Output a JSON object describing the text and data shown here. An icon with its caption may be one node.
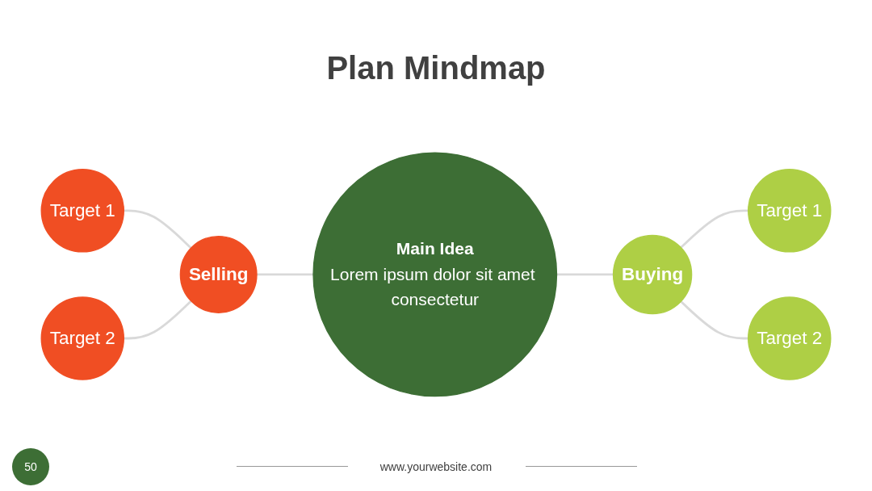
{
  "diagram": {
    "title": "Plan Mindmap",
    "nodes": [
      {
        "text": [
          "Main Idea",
          "Lorem ipsum dolor sit amet consectetur"
        ]
      },
      {
        "text": [
          "Selling"
        ]
      },
      {
        "text": [
          "Target 1"
        ]
      },
      {
        "text": [
          "Target 2"
        ]
      },
      {
        "text": [
          "Buying"
        ]
      },
      {
        "text": [
          "Target 1"
        ]
      },
      {
        "text": [
          "Target 2"
        ]
      }
    ],
    "edges": [
      {
        "from": 2,
        "to": 1,
        "arrow": "none"
      },
      {
        "from": 3,
        "to": 1,
        "arrow": "none"
      },
      {
        "from": 1,
        "to": 0,
        "arrow": "none"
      },
      {
        "from": 0,
        "to": 4,
        "arrow": "none"
      },
      {
        "from": 4,
        "to": 5,
        "arrow": "none"
      },
      {
        "from": 4,
        "to": 6,
        "arrow": "none"
      }
    ],
    "labels": [
      "50",
      "www.yourwebsite.com"
    ]
  }
}
